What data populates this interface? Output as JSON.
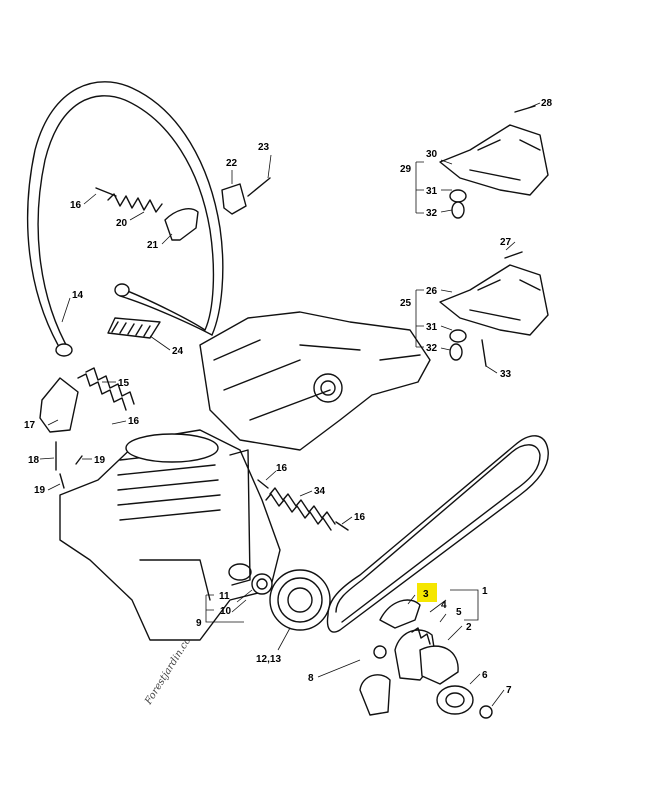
{
  "callouts": {
    "c1": "1",
    "c2": "2",
    "c3": "3",
    "c4": "4",
    "c5": "5",
    "c6": "6",
    "c7": "7",
    "c8": "8",
    "c9": "9",
    "c10": "10",
    "c11": "11",
    "c1213": "12,13",
    "c14": "14",
    "c15": "15",
    "c16a": "16",
    "c16b": "16",
    "c16c": "16",
    "c16d": "16",
    "c17": "17",
    "c18": "18",
    "c19a": "19",
    "c19b": "19",
    "c20": "20",
    "c21": "21",
    "c22": "22",
    "c23": "23",
    "c24": "24",
    "c25": "25",
    "c26": "26",
    "c27": "27",
    "c28": "28",
    "c29": "29",
    "c30": "30",
    "c31a": "31",
    "c31b": "31",
    "c32a": "32",
    "c32b": "32",
    "c33": "33",
    "c34": "34"
  },
  "watermark": {
    "text": "Forestjardin.com",
    "color": "#c8dc8a",
    "accent_color": "#f2a64a"
  },
  "colors": {
    "highlight": "#f5e600",
    "line": "#111111"
  },
  "icons": {
    "handlebar": "handlebar-icon",
    "belt": "v-belt-icon",
    "spring": "spring-icon",
    "engine": "engine-icon"
  }
}
